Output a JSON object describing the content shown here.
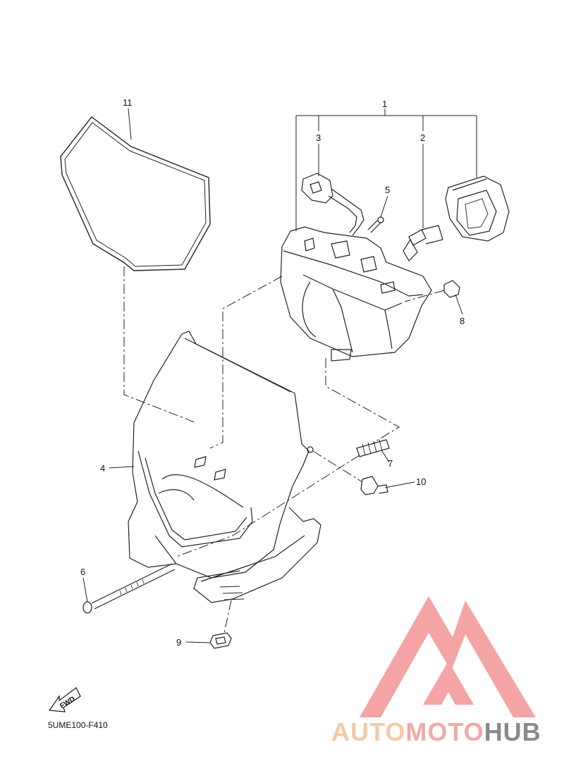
{
  "diagram": {
    "callouts": [
      "1",
      "2",
      "3",
      "4",
      "5",
      "6",
      "7",
      "8",
      "9",
      "10",
      "11"
    ],
    "fwd_label": "FWD",
    "figure_code": "5UME100-F410"
  },
  "watermark": {
    "part1": "AUTO",
    "part2": "MOTO",
    "part3": "HUB",
    "colors": {
      "logo": "#f28b8b",
      "auto": "#f6c9a6",
      "moto": "#f2a9a9",
      "hub": "#8a8a8a"
    }
  }
}
